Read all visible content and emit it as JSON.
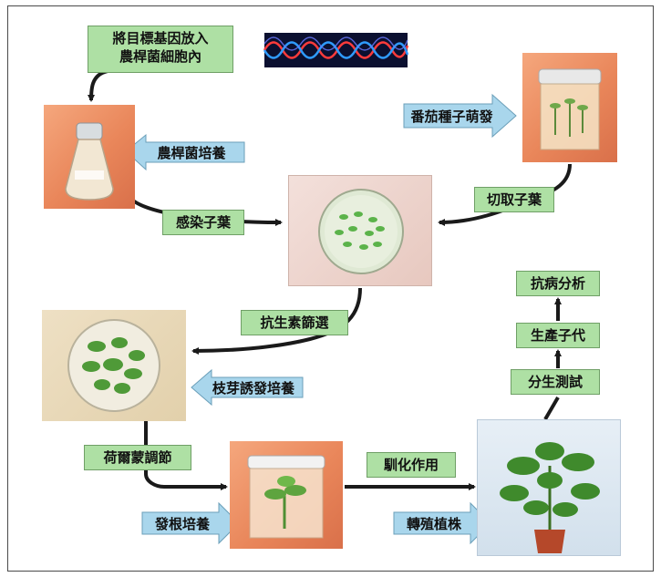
{
  "labels": {
    "insert_gene": "將目標基因放入\n農桿菌細胞內",
    "agro_culture": "農桿菌培養",
    "infect_cotyledon": "感染子葉",
    "tomato_germination": "番茄種子萌發",
    "cut_cotyledon": "切取子葉",
    "antibiotic_screening": "抗生素篩選",
    "shoot_induction": "枝芽誘發培養",
    "hormone_regulation": "荷爾蒙調節",
    "rooting_culture": "發根培養",
    "acclimatization": "馴化作用",
    "transgenic_plant": "轉殖植株",
    "molecular_test": "分生測試",
    "produce_offspring": "生產子代",
    "disease_resistance": "抗病分析"
  },
  "colors": {
    "green_label": "#aee0a4",
    "blue_arrow": "#a9d6ec",
    "arrow": "#1a1a1a",
    "orange_photo": "#e9865a",
    "dna_band": "#0b1030"
  }
}
